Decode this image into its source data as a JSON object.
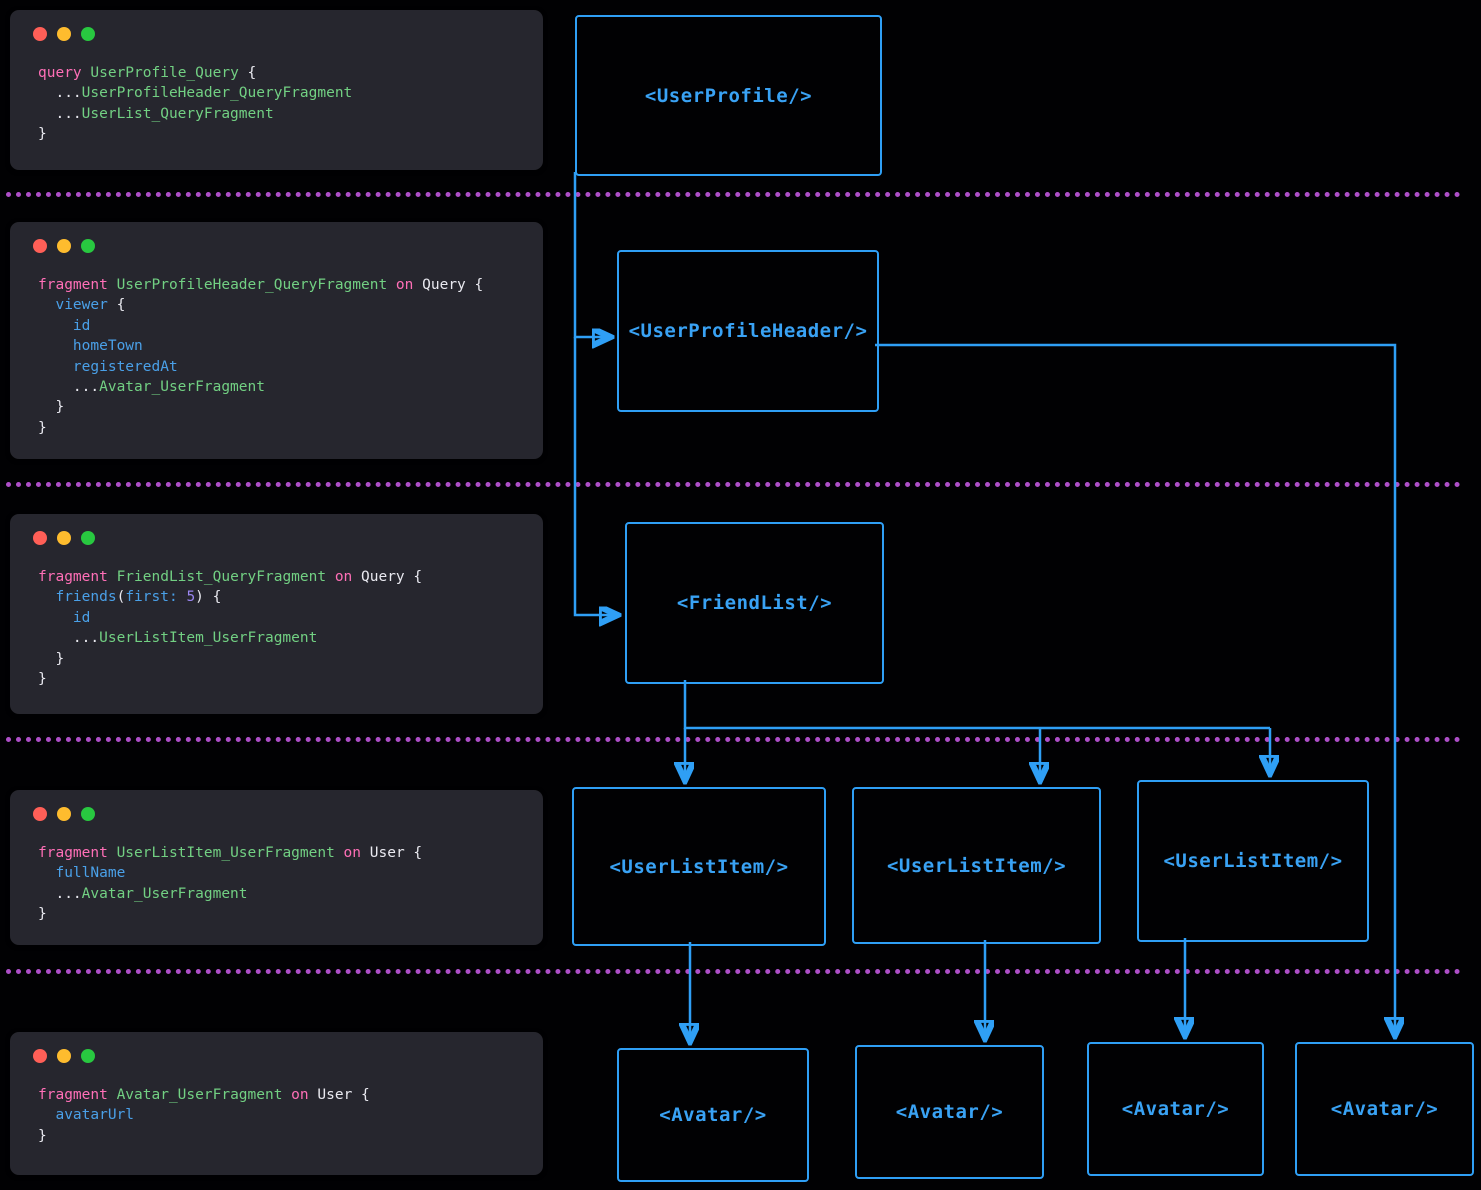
{
  "colors": {
    "background": "#010103",
    "card_background": "#26262e",
    "accent_blue": "#2f9ff5",
    "separator_purple": "#ae4fc8",
    "keyword_pink": "#ff6fb7",
    "fragment_green": "#72d083",
    "field_blue": "#4aa0e8",
    "number_purple": "#9a86f0",
    "plain_text": "#e9e9f0",
    "traffic_red": "#ff5f57",
    "traffic_yellow": "#febc2e",
    "traffic_green": "#28c840"
  },
  "cards": [
    {
      "id": "query-user-profile",
      "lines": [
        [
          {
            "t": "query ",
            "c": "kw"
          },
          {
            "t": "UserProfile_Query",
            "c": "name"
          },
          {
            "t": " {",
            "c": "plain"
          }
        ],
        [
          {
            "t": "  ...",
            "c": "plain"
          },
          {
            "t": "UserProfileHeader_QueryFragment",
            "c": "name"
          }
        ],
        [
          {
            "t": "  ...",
            "c": "plain"
          },
          {
            "t": "UserList_QueryFragment",
            "c": "name"
          }
        ],
        [
          {
            "t": "}",
            "c": "plain"
          }
        ]
      ]
    },
    {
      "id": "fragment-user-profile-header",
      "lines": [
        [
          {
            "t": "fragment ",
            "c": "kw"
          },
          {
            "t": "UserProfileHeader_QueryFragment",
            "c": "name"
          },
          {
            "t": " on ",
            "c": "kw"
          },
          {
            "t": "Query {",
            "c": "plain"
          }
        ],
        [
          {
            "t": "  viewer",
            "c": "field"
          },
          {
            "t": " {",
            "c": "plain"
          }
        ],
        [
          {
            "t": "    id",
            "c": "field"
          }
        ],
        [
          {
            "t": "    homeTown",
            "c": "field"
          }
        ],
        [
          {
            "t": "    registeredAt",
            "c": "field"
          }
        ],
        [
          {
            "t": "    ...",
            "c": "plain"
          },
          {
            "t": "Avatar_UserFragment",
            "c": "name"
          }
        ],
        [
          {
            "t": "  }",
            "c": "plain"
          }
        ],
        [
          {
            "t": "}",
            "c": "plain"
          }
        ]
      ]
    },
    {
      "id": "fragment-friend-list",
      "lines": [
        [
          {
            "t": "fragment ",
            "c": "kw"
          },
          {
            "t": "FriendList_QueryFragment",
            "c": "name"
          },
          {
            "t": " on ",
            "c": "kw"
          },
          {
            "t": "Query {",
            "c": "plain"
          }
        ],
        [
          {
            "t": "  friends",
            "c": "field"
          },
          {
            "t": "(",
            "c": "plain"
          },
          {
            "t": "first:",
            "c": "field"
          },
          {
            "t": " ",
            "c": "plain"
          },
          {
            "t": "5",
            "c": "num"
          },
          {
            "t": ") {",
            "c": "plain"
          }
        ],
        [
          {
            "t": "    id",
            "c": "field"
          }
        ],
        [
          {
            "t": "    ...",
            "c": "plain"
          },
          {
            "t": "UserListItem_UserFragment",
            "c": "name"
          }
        ],
        [
          {
            "t": "  }",
            "c": "plain"
          }
        ],
        [
          {
            "t": "}",
            "c": "plain"
          }
        ]
      ]
    },
    {
      "id": "fragment-user-list-item",
      "lines": [
        [
          {
            "t": "fragment ",
            "c": "kw"
          },
          {
            "t": "UserListItem_UserFragment",
            "c": "name"
          },
          {
            "t": " on ",
            "c": "kw"
          },
          {
            "t": "User {",
            "c": "plain"
          }
        ],
        [
          {
            "t": "  fullName",
            "c": "field"
          }
        ],
        [
          {
            "t": "  ...",
            "c": "plain"
          },
          {
            "t": "Avatar_UserFragment",
            "c": "name"
          }
        ],
        [
          {
            "t": "}",
            "c": "plain"
          }
        ]
      ]
    },
    {
      "id": "fragment-avatar",
      "lines": [
        [
          {
            "t": "fragment ",
            "c": "kw"
          },
          {
            "t": "Avatar_UserFragment",
            "c": "name"
          },
          {
            "t": " on ",
            "c": "kw"
          },
          {
            "t": "User {",
            "c": "plain"
          }
        ],
        [
          {
            "t": "  avatarUrl",
            "c": "field"
          }
        ],
        [
          {
            "t": "}",
            "c": "plain"
          }
        ]
      ]
    }
  ],
  "boxes": [
    {
      "label": "<UserProfile/>"
    },
    {
      "label": "<UserProfileHeader/>"
    },
    {
      "label": "<FriendList/>"
    },
    {
      "label": "<UserListItem/>"
    },
    {
      "label": "<UserListItem/>"
    },
    {
      "label": "<UserListItem/>"
    },
    {
      "label": "<Avatar/>"
    },
    {
      "label": "<Avatar/>"
    },
    {
      "label": "<Avatar/>"
    },
    {
      "label": "<Avatar/>"
    }
  ]
}
